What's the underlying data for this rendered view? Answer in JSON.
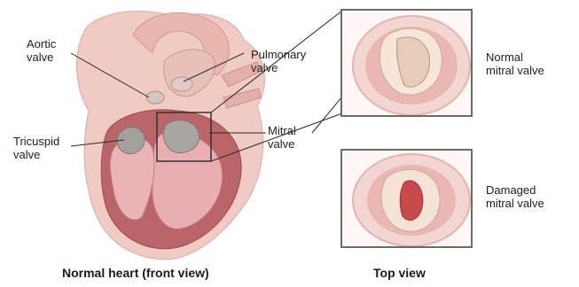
{
  "labels": {
    "aortic": "Aortic\nvalve",
    "pulmonary": "Pulmonary\nvalve",
    "tricuspid": "Tricuspid\nvalve",
    "mitral": "Mitral\nvalve",
    "normal_mitral": "Normal\nmitral valve",
    "damaged_mitral": "Damaged\nmitral valve"
  },
  "captions": {
    "front_view": "Normal heart (front view)",
    "top_view": "Top view"
  },
  "colors": {
    "heart_outer": "#f0c9c3",
    "heart_muscle": "#b85a5f",
    "chamber": "#e8a8ac",
    "valve": "#9a9a96",
    "leader": "#2a2a2a"
  },
  "icons": [
    "heart-illustration",
    "normal-valve-illustration",
    "damaged-valve-illustration"
  ]
}
